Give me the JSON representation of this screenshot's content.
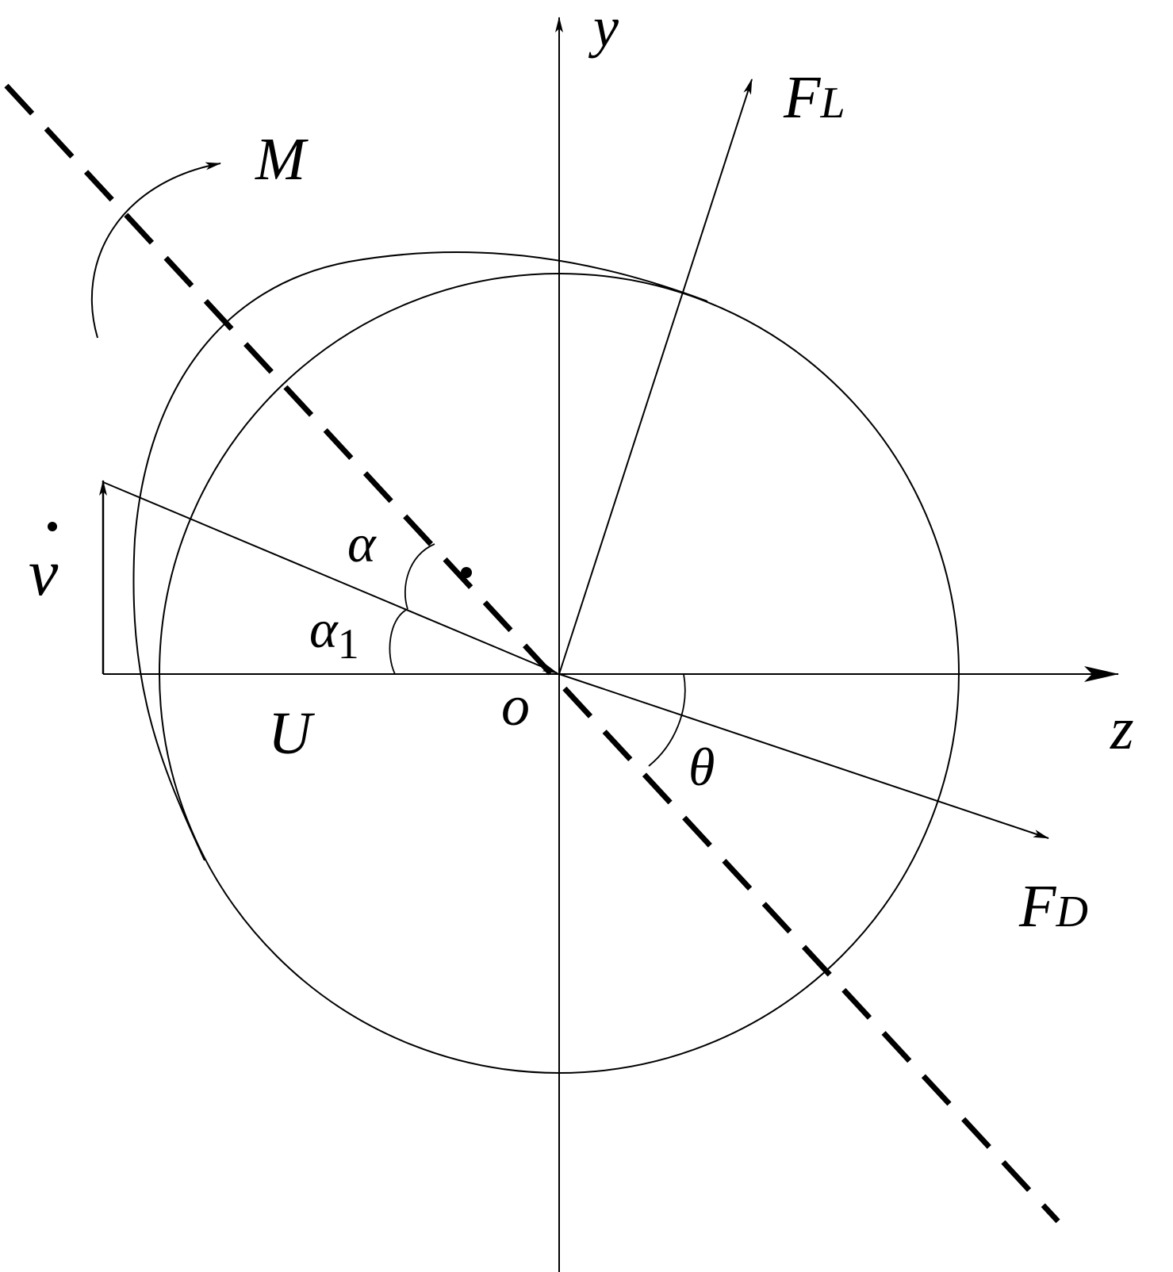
{
  "colors": {
    "ink": "#000000",
    "background": "#ffffff"
  },
  "labels": {
    "y_axis": "y",
    "z_axis": "z",
    "origin": "o",
    "lift_force": "F",
    "lift_force_sub": "L",
    "drag_force": "F",
    "drag_force_sub": "D",
    "moment": "M",
    "velocity": "v",
    "free_stream": "U",
    "angle_alpha": "α",
    "angle_alpha1": "α",
    "angle_alpha1_sub": "1",
    "angle_theta": "θ"
  }
}
